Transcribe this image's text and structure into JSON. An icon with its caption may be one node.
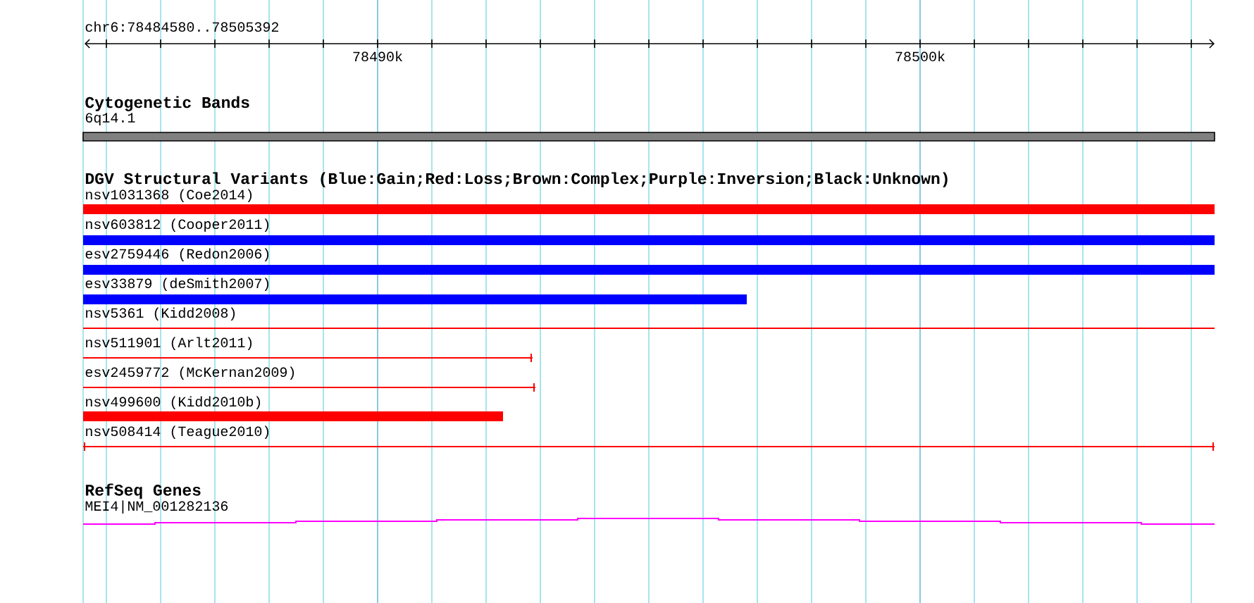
{
  "diagram": {
    "nodes": [
      {
        "text": [
          "6q14.1"
        ]
      },
      {
        "text": [
          "nsv1031368 (Coe2014)"
        ]
      },
      {
        "text": [
          "nsv603812 (Cooper2011)"
        ]
      },
      {
        "text": [
          "esv2759446 (Redon2006)"
        ]
      },
      {
        "text": [
          "esv33879 (deSmith2007)"
        ]
      },
      {
        "text": [
          "nsv5361 (Kidd2008)"
        ]
      },
      {
        "text": [
          "nsv511901 (Arlt2011)"
        ]
      },
      {
        "text": [
          "esv2459772 (McKernan2009)"
        ]
      },
      {
        "text": [
          "nsv499600 (Kidd2010b)"
        ]
      },
      {
        "text": [
          "nsv508414 (Teague2010)"
        ]
      },
      {
        "text": [
          "MEI4|NM_001282136"
        ]
      }
    ],
    "edges": [],
    "labels": [
      "chr6:78484580..78505392",
      "78490k",
      "78500k",
      "Cytogenetic Bands",
      "DGV Structural Variants (Blue:Gain;Red:Loss;Brown:Complex;Purple:Inversion;Black:Unknown)",
      "RefSeq Genes"
    ]
  }
}
